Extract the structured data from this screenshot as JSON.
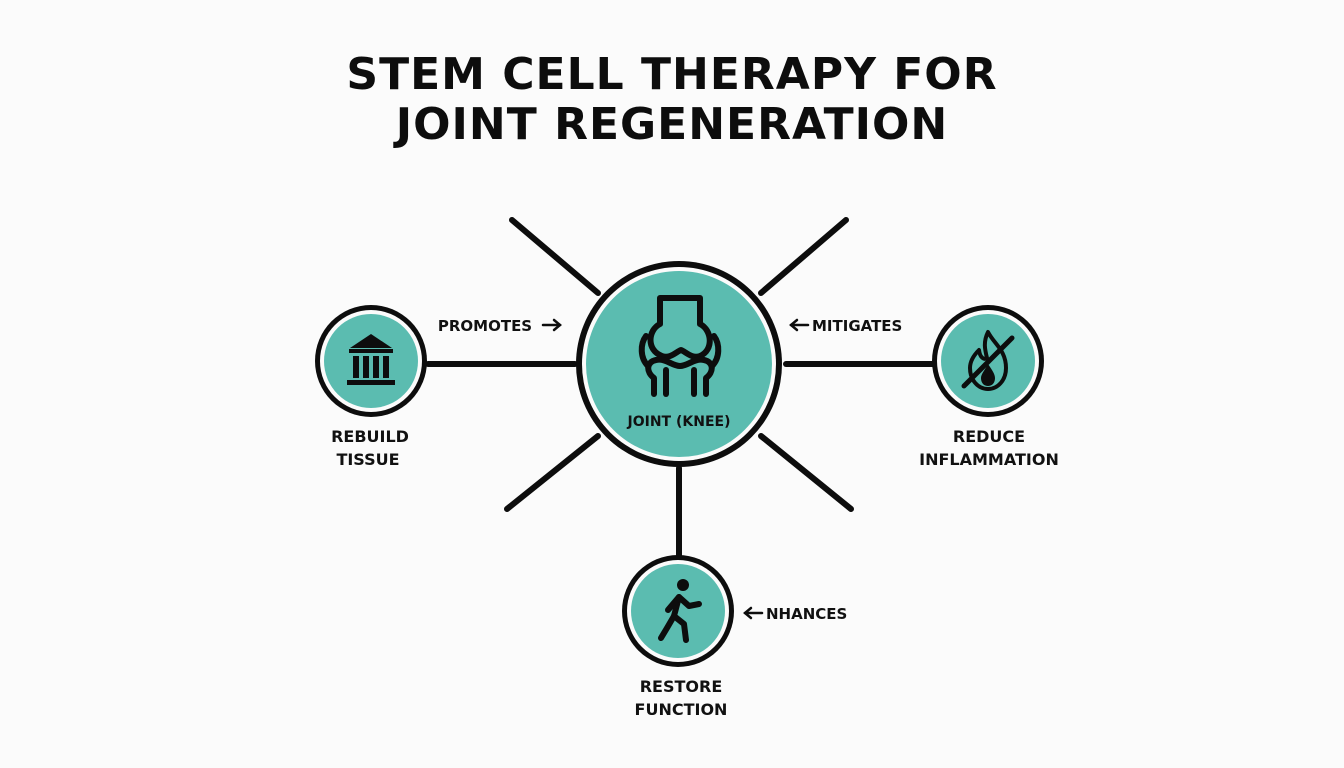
{
  "title": {
    "line1": "STEM CELL THERAPY FOR",
    "line2": "JOINT REGENERATION"
  },
  "center": {
    "label": "JOINT (KNEE)",
    "icon": "knee-joint-icon"
  },
  "nodes": {
    "left": {
      "line1": "REBUILD",
      "line2": "TISSUE",
      "connector": "PROMOTES",
      "icon": "column-building-icon"
    },
    "right": {
      "line1": "REDUCE",
      "line2": "INFLAMMATION",
      "connector": "MITIGATES",
      "icon": "no-fire-icon"
    },
    "bottom": {
      "line1": "RESTORE",
      "line2": "FUNCTION",
      "connector": "ΝHANCES",
      "icon": "walking-person-icon"
    }
  },
  "colors": {
    "teal": "#5bbcb0",
    "outline": "#0d0d0d",
    "background": "#fbfbfb"
  }
}
